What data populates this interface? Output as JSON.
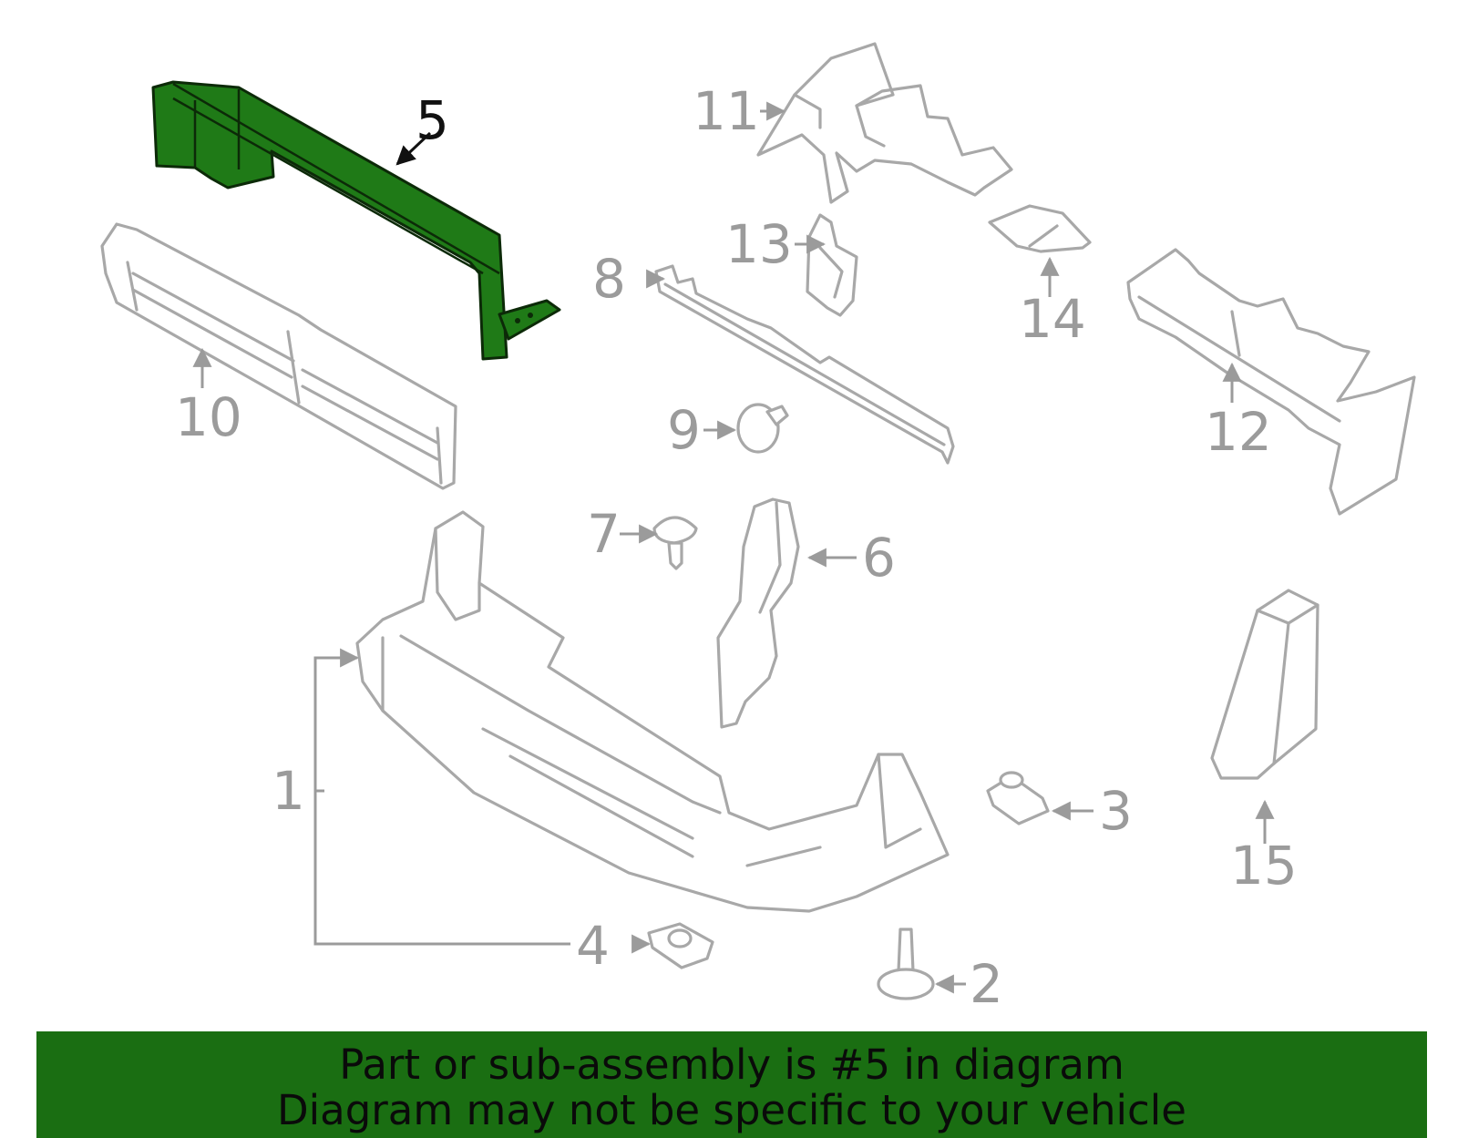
{
  "highlight_color": "#1f7a17",
  "banner_color": "#1a6e12",
  "callouts": {
    "p1": "1",
    "p2": "2",
    "p3": "3",
    "p4": "4",
    "p5": "5",
    "p6": "6",
    "p7": "7",
    "p8": "8",
    "p9": "9",
    "p10": "10",
    "p11": "11",
    "p12": "12",
    "p13": "13",
    "p14": "14",
    "p15": "15"
  },
  "banner": {
    "line1": "Part or sub-assembly is #5 in diagram",
    "line2": "Diagram may not be specific to your vehicle"
  }
}
